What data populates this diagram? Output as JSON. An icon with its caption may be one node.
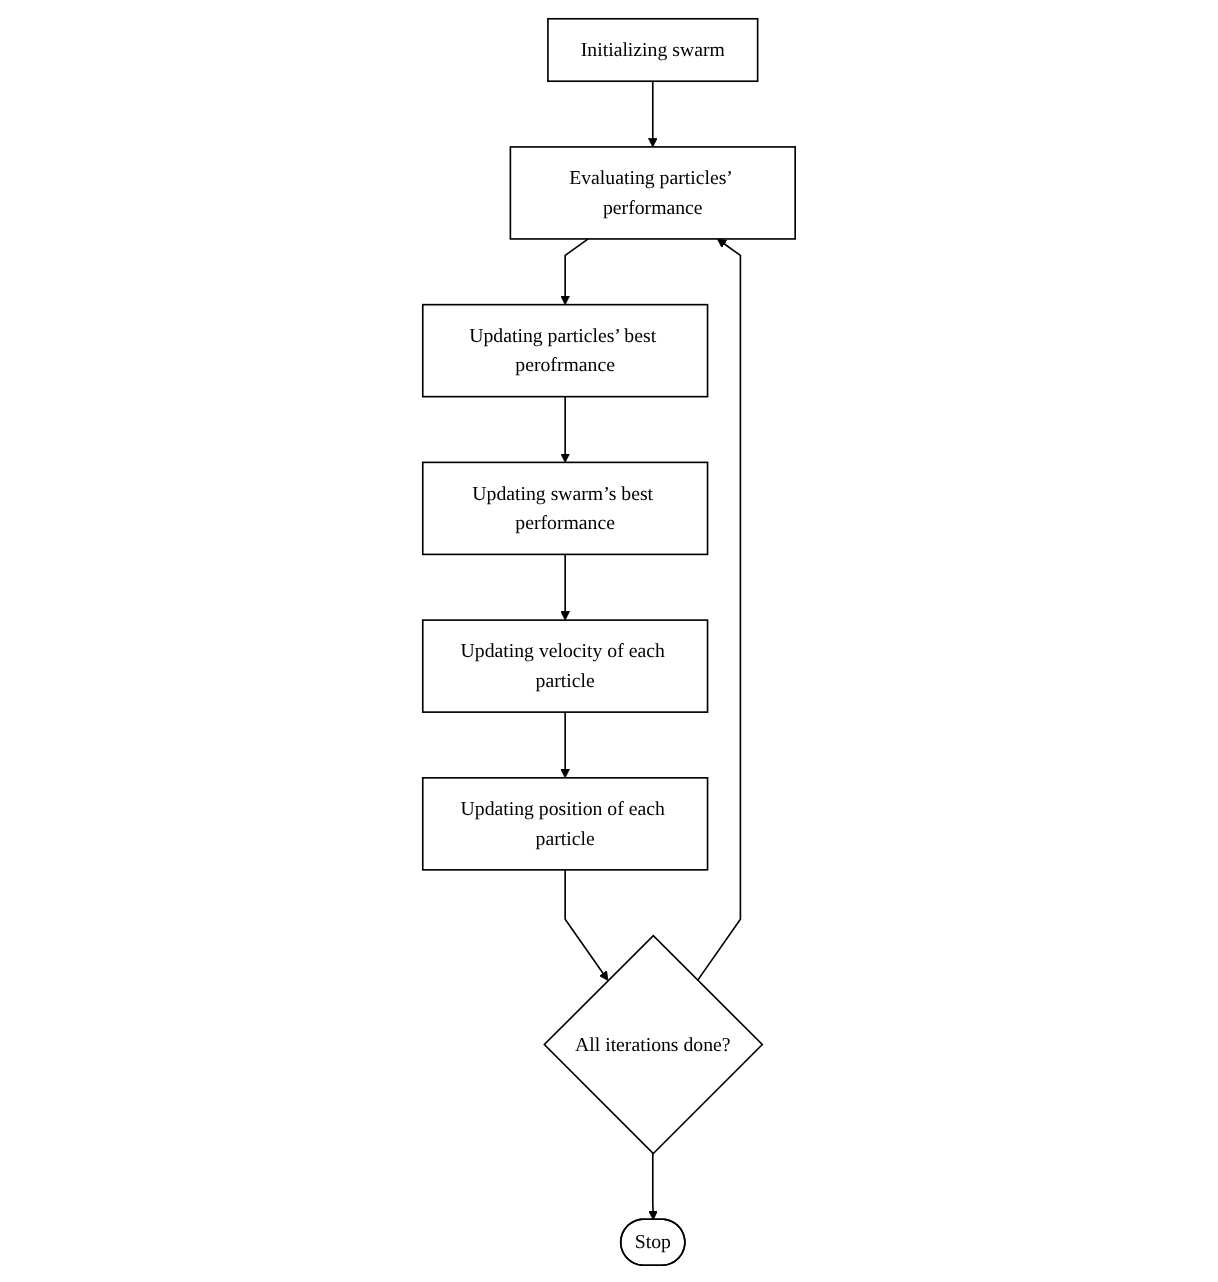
{
  "diagram": {
    "nodes": [
      {
        "text": [
          "Initializing swarm"
        ]
      },
      {
        "text": [
          "Evaluating particles’ performance"
        ]
      },
      {
        "text": [
          "Updating particles’ best perofrmance"
        ]
      },
      {
        "text": [
          "Updating swarm’s best performance"
        ]
      },
      {
        "text": [
          "Updating velocity of each particle"
        ]
      },
      {
        "text": [
          "Updating position of each particle"
        ]
      },
      {
        "text": [
          "All iterations done?"
        ]
      },
      {
        "text": [
          "Stop"
        ]
      }
    ],
    "edges": [
      {
        "from": 0,
        "to": 1,
        "arrow": "to"
      },
      {
        "from": 1,
        "to": 2,
        "arrow": "to"
      },
      {
        "from": 2,
        "to": 3,
        "arrow": "to"
      },
      {
        "from": 3,
        "to": 4,
        "arrow": "to"
      },
      {
        "from": 4,
        "to": 5,
        "arrow": "to"
      },
      {
        "from": 5,
        "to": 6,
        "arrow": "to"
      },
      {
        "from": 6,
        "to": 1,
        "arrow": "to"
      },
      {
        "from": 6,
        "to": 7,
        "arrow": "to"
      }
    ]
  }
}
